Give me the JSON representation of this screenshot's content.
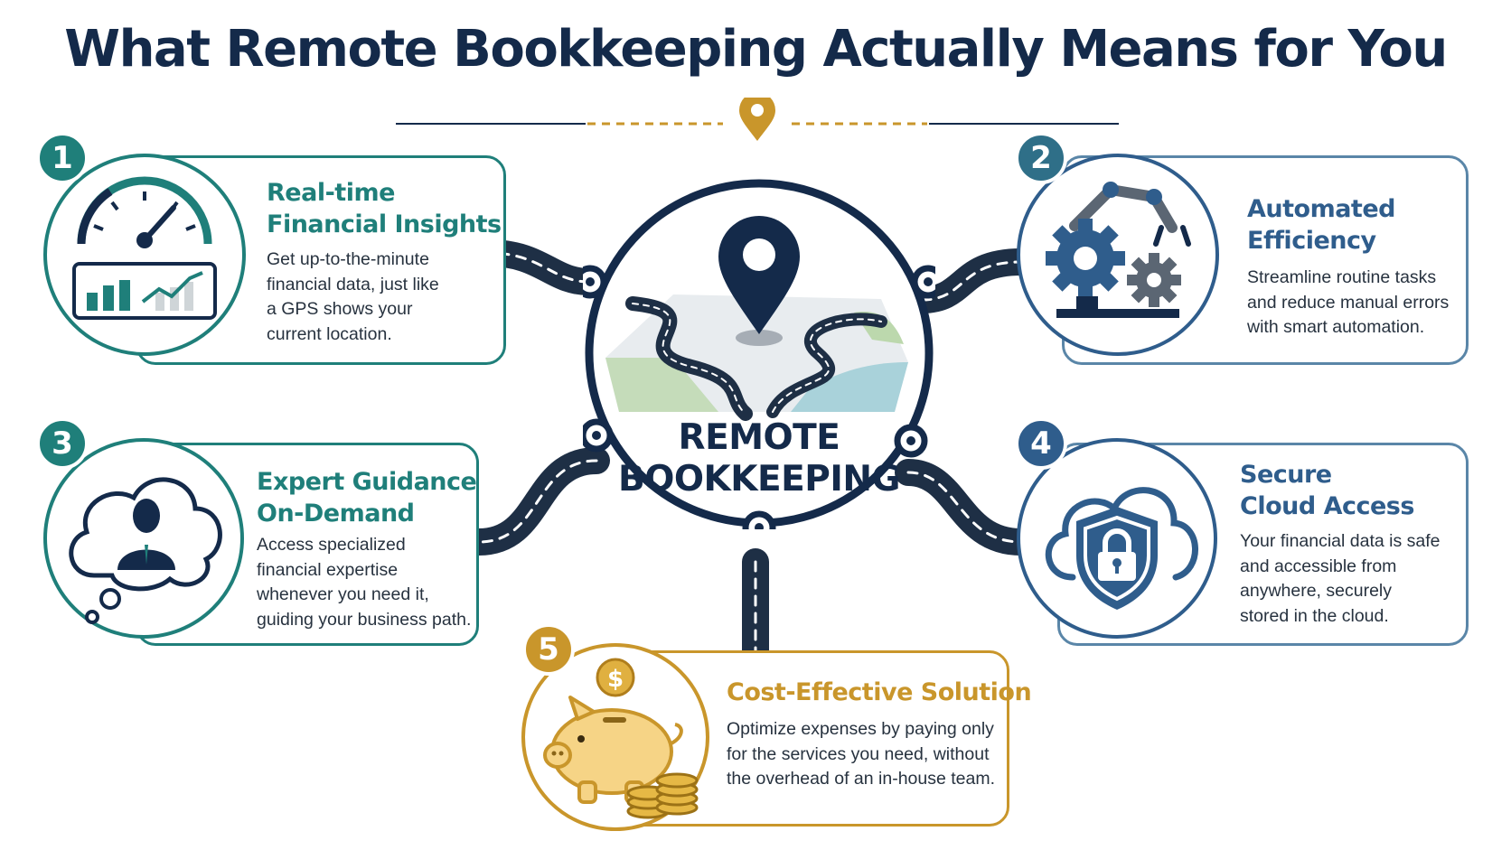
{
  "title": "What Remote Bookkeeping Actually Means for You",
  "hub": {
    "line1": "REMOTE",
    "line2": "BOOKKEEPING"
  },
  "colors": {
    "navy": "#142a4a",
    "teal": "#1f7f7a",
    "blue": "#2f5d8c",
    "gold": "#c9962b",
    "road": "#1e2f45"
  },
  "items": [
    {
      "number": "1",
      "title_line1": "Real-time",
      "title_line2": "Financial Insights",
      "desc_lines": [
        "Get up-to-the-minute",
        "financial data, just like",
        "a GPS shows your",
        "current location."
      ],
      "icon": "gauge-dashboard-icon"
    },
    {
      "number": "2",
      "title_line1": "Automated",
      "title_line2": "Efficiency",
      "desc_lines": [
        "Streamline routine tasks",
        "and reduce manual errors",
        "with smart automation."
      ],
      "icon": "robot-arm-gears-icon"
    },
    {
      "number": "3",
      "title_line1": "Expert Guidance",
      "title_line2": "On-Demand",
      "desc_lines": [
        "Access specialized",
        "financial expertise",
        "whenever you need it,",
        "guiding your business path."
      ],
      "icon": "advisor-thought-bubble-icon"
    },
    {
      "number": "4",
      "title_line1": "Secure",
      "title_line2": "Cloud Access",
      "desc_lines": [
        "Your financial data is safe",
        "and accessible from",
        "anywhere, securely",
        "stored in the cloud."
      ],
      "icon": "cloud-shield-lock-icon"
    },
    {
      "number": "5",
      "title_line1": "Cost-Effective Solution",
      "desc_lines": [
        "Optimize expenses by paying only",
        "for the services you need, without",
        "the overhead of an in-house team."
      ],
      "icon": "piggy-bank-coins-icon"
    }
  ]
}
